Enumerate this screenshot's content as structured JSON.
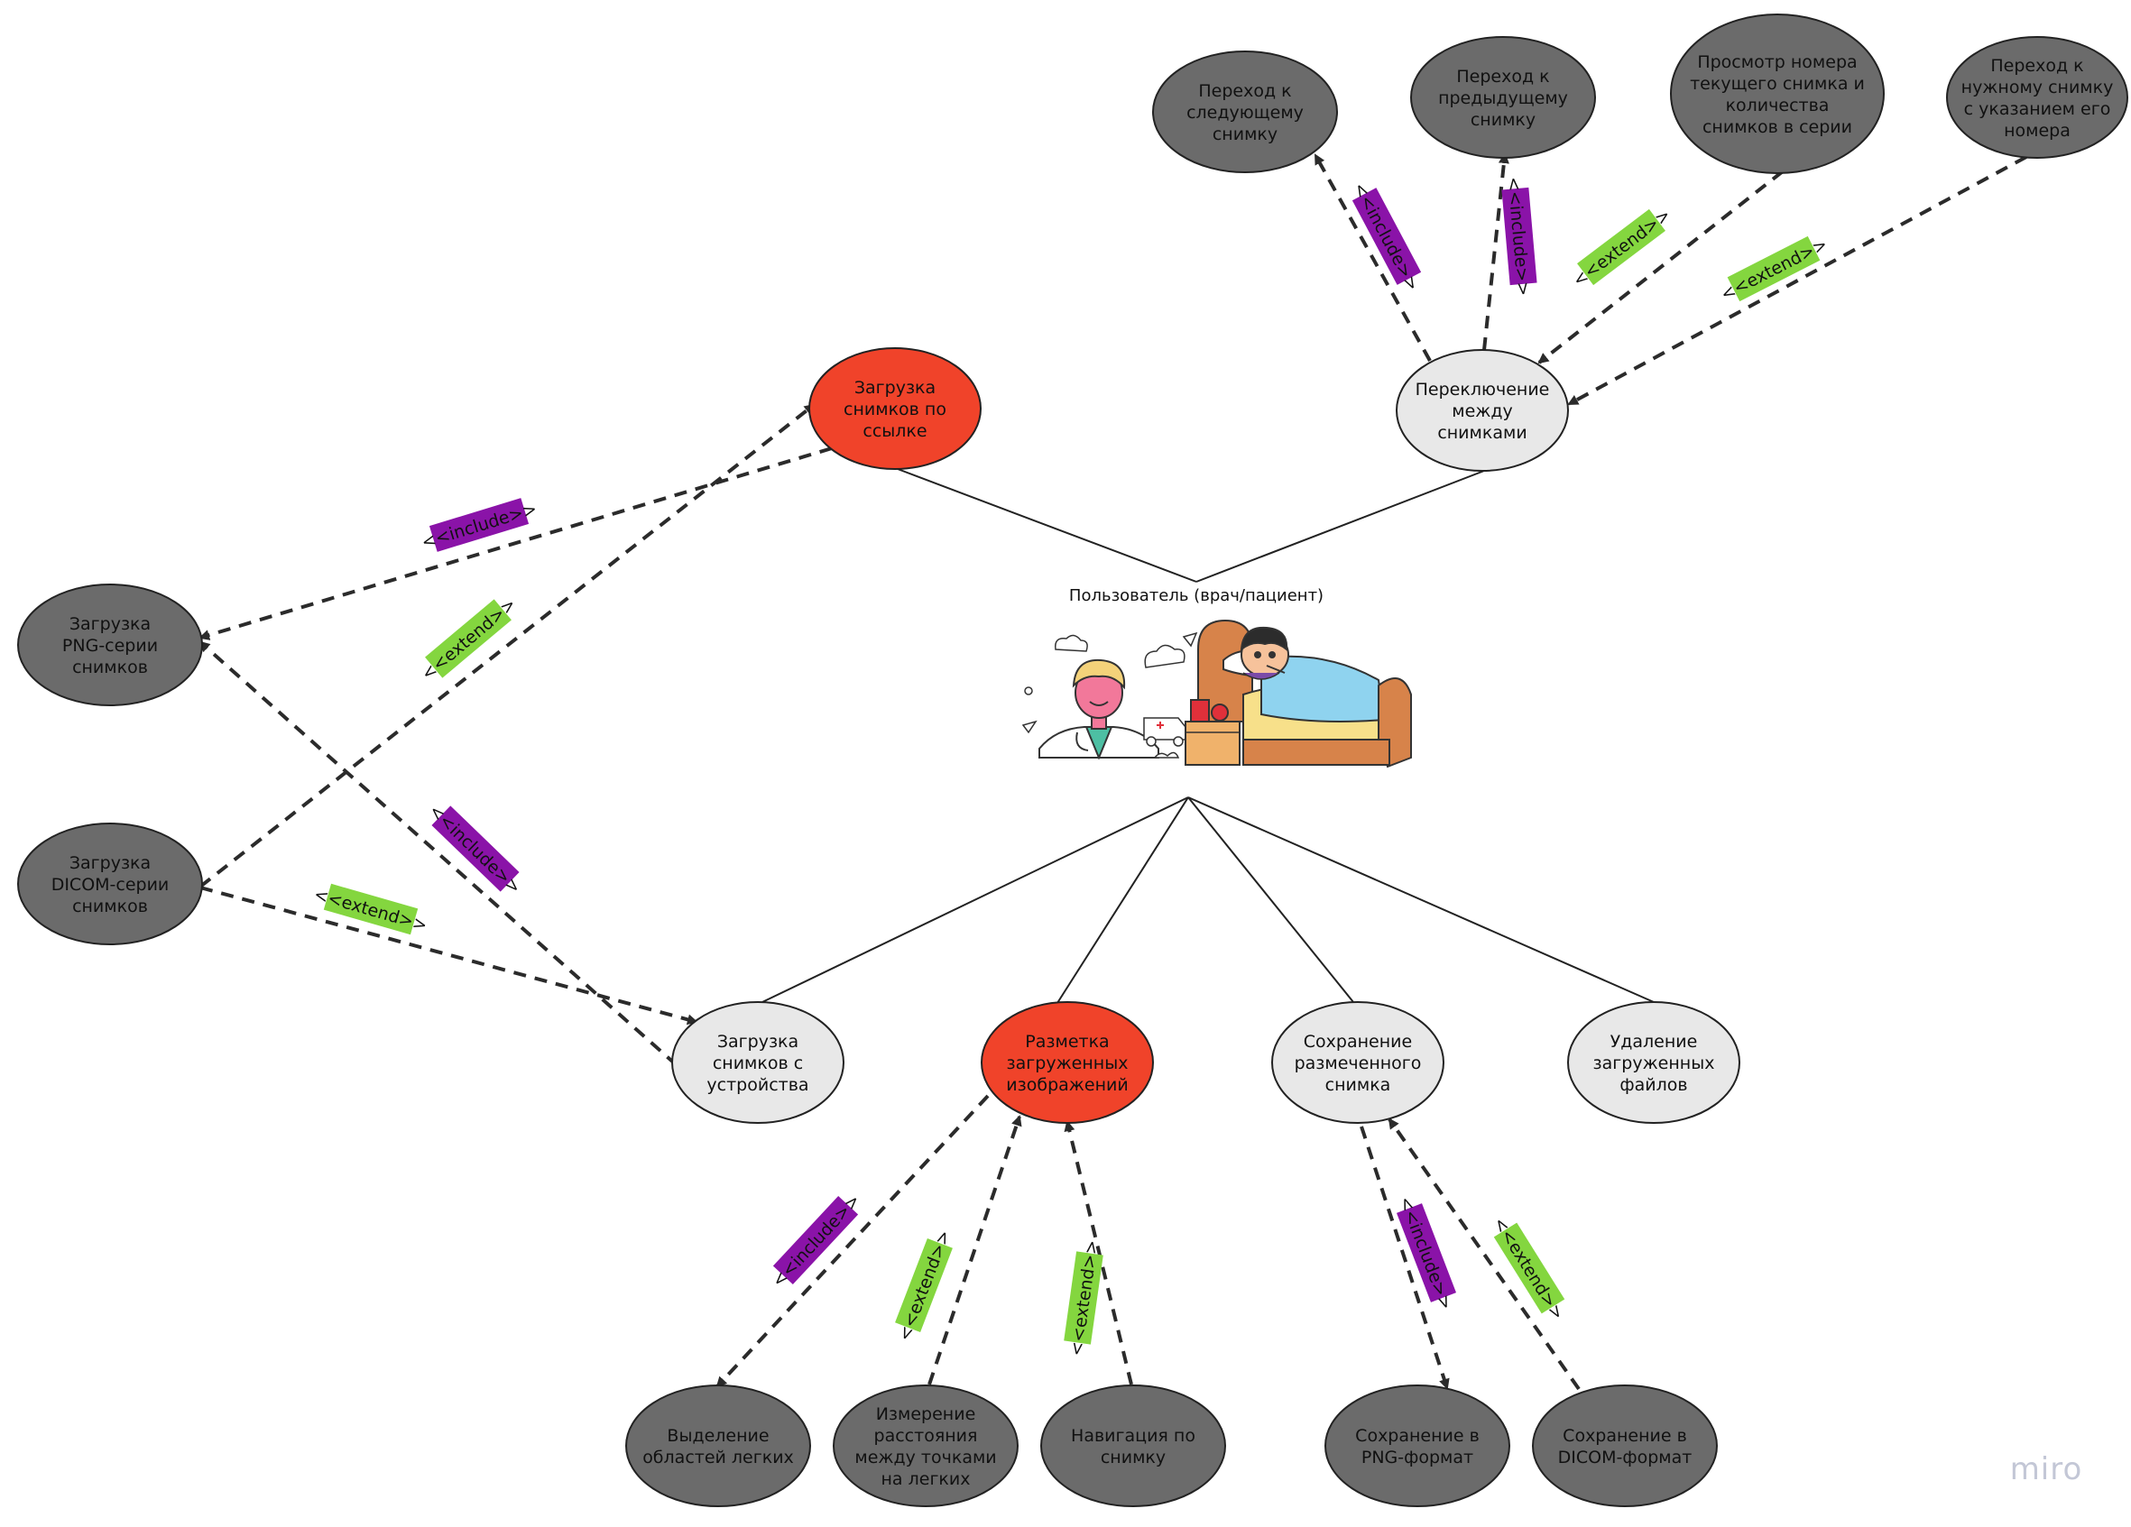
{
  "actor": {
    "label": "Пользователь (врач/пациент)"
  },
  "colors": {
    "dark": "#6b6b6b",
    "light": "#e8e8e8",
    "accent": "#f0432a",
    "include": "#8a13a8",
    "extend": "#84d63f"
  },
  "nodes": {
    "next_image": {
      "lines": [
        "Переход к",
        "следующему",
        "снимку"
      ],
      "style": "dark"
    },
    "prev_image": {
      "lines": [
        "Переход к",
        "предыдущему",
        "снимку"
      ],
      "style": "dark"
    },
    "view_number": {
      "lines": [
        "Просмотр номера",
        "текущего снимка и",
        "количества",
        "снимков в серии"
      ],
      "style": "dark"
    },
    "goto_image": {
      "lines": [
        "Переход к",
        "нужному снимку",
        "с указанием его",
        "номера"
      ],
      "style": "dark"
    },
    "switch_images": {
      "lines": [
        "Переключение",
        "между",
        "снимками"
      ],
      "style": "light"
    },
    "load_by_link": {
      "lines": [
        "Загрузка",
        "снимков по",
        "ссылке"
      ],
      "style": "accent"
    },
    "png_series": {
      "lines": [
        "Загрузка",
        "PNG-серии",
        "снимков"
      ],
      "style": "dark"
    },
    "dicom_series": {
      "lines": [
        "Загрузка",
        "DICOM-серии",
        "снимков"
      ],
      "style": "dark"
    },
    "load_from_device": {
      "lines": [
        "Загрузка",
        "снимков с",
        "устройства"
      ],
      "style": "light"
    },
    "markup_images": {
      "lines": [
        "Разметка",
        "загруженных",
        "изображений"
      ],
      "style": "accent"
    },
    "save_marked": {
      "lines": [
        "Сохранение",
        "размеченного",
        "снимка"
      ],
      "style": "light"
    },
    "delete_files": {
      "lines": [
        "Удаление",
        "загруженных",
        "файлов"
      ],
      "style": "light"
    },
    "select_lung_areas": {
      "lines": [
        "Выделение",
        "областей легких"
      ],
      "style": "dark"
    },
    "measure_distance": {
      "lines": [
        "Измерение",
        "расстояния",
        "между точками",
        "на легких"
      ],
      "style": "dark"
    },
    "navigate_image": {
      "lines": [
        "Навигация по",
        "снимку"
      ],
      "style": "dark"
    },
    "save_png": {
      "lines": [
        "Сохранение в",
        "PNG-формат"
      ],
      "style": "dark"
    },
    "save_dicom": {
      "lines": [
        "Сохранение в",
        "DICOM-формат"
      ],
      "style": "dark"
    }
  },
  "associations": [
    {
      "from": "actor",
      "to": "load_by_link"
    },
    {
      "from": "actor",
      "to": "switch_images"
    },
    {
      "from": "actor",
      "to": "load_from_device"
    },
    {
      "from": "actor",
      "to": "markup_images"
    },
    {
      "from": "actor",
      "to": "save_marked"
    },
    {
      "from": "actor",
      "to": "delete_files"
    }
  ],
  "relations": [
    {
      "from": "switch_images",
      "to": "next_image",
      "kind": "include",
      "label": "<<include>>"
    },
    {
      "from": "switch_images",
      "to": "prev_image",
      "kind": "include",
      "label": "<<include>>"
    },
    {
      "from": "view_number",
      "to": "switch_images",
      "kind": "extend",
      "label": "<<extend>>"
    },
    {
      "from": "goto_image",
      "to": "switch_images",
      "kind": "extend",
      "label": "<<extend>>"
    },
    {
      "from": "load_by_link",
      "to": "png_series",
      "kind": "include",
      "label": "<<include>>"
    },
    {
      "from": "dicom_series",
      "to": "load_by_link",
      "kind": "extend",
      "label": "<<extend>>"
    },
    {
      "from": "load_from_device",
      "to": "png_series",
      "kind": "include",
      "label": "<<include>>"
    },
    {
      "from": "dicom_series",
      "to": "load_from_device",
      "kind": "extend",
      "label": "<<extend>>"
    },
    {
      "from": "markup_images",
      "to": "select_lung_areas",
      "kind": "include",
      "label": "<<include>>"
    },
    {
      "from": "measure_distance",
      "to": "markup_images",
      "kind": "extend",
      "label": "<<extend>>"
    },
    {
      "from": "navigate_image",
      "to": "markup_images",
      "kind": "extend",
      "label": "<<extend>>"
    },
    {
      "from": "save_marked",
      "to": "save_png",
      "kind": "include",
      "label": "<<include>>"
    },
    {
      "from": "save_dicom",
      "to": "save_marked",
      "kind": "extend",
      "label": "<<extend>>"
    }
  ],
  "branding": {
    "logo": "miro"
  }
}
